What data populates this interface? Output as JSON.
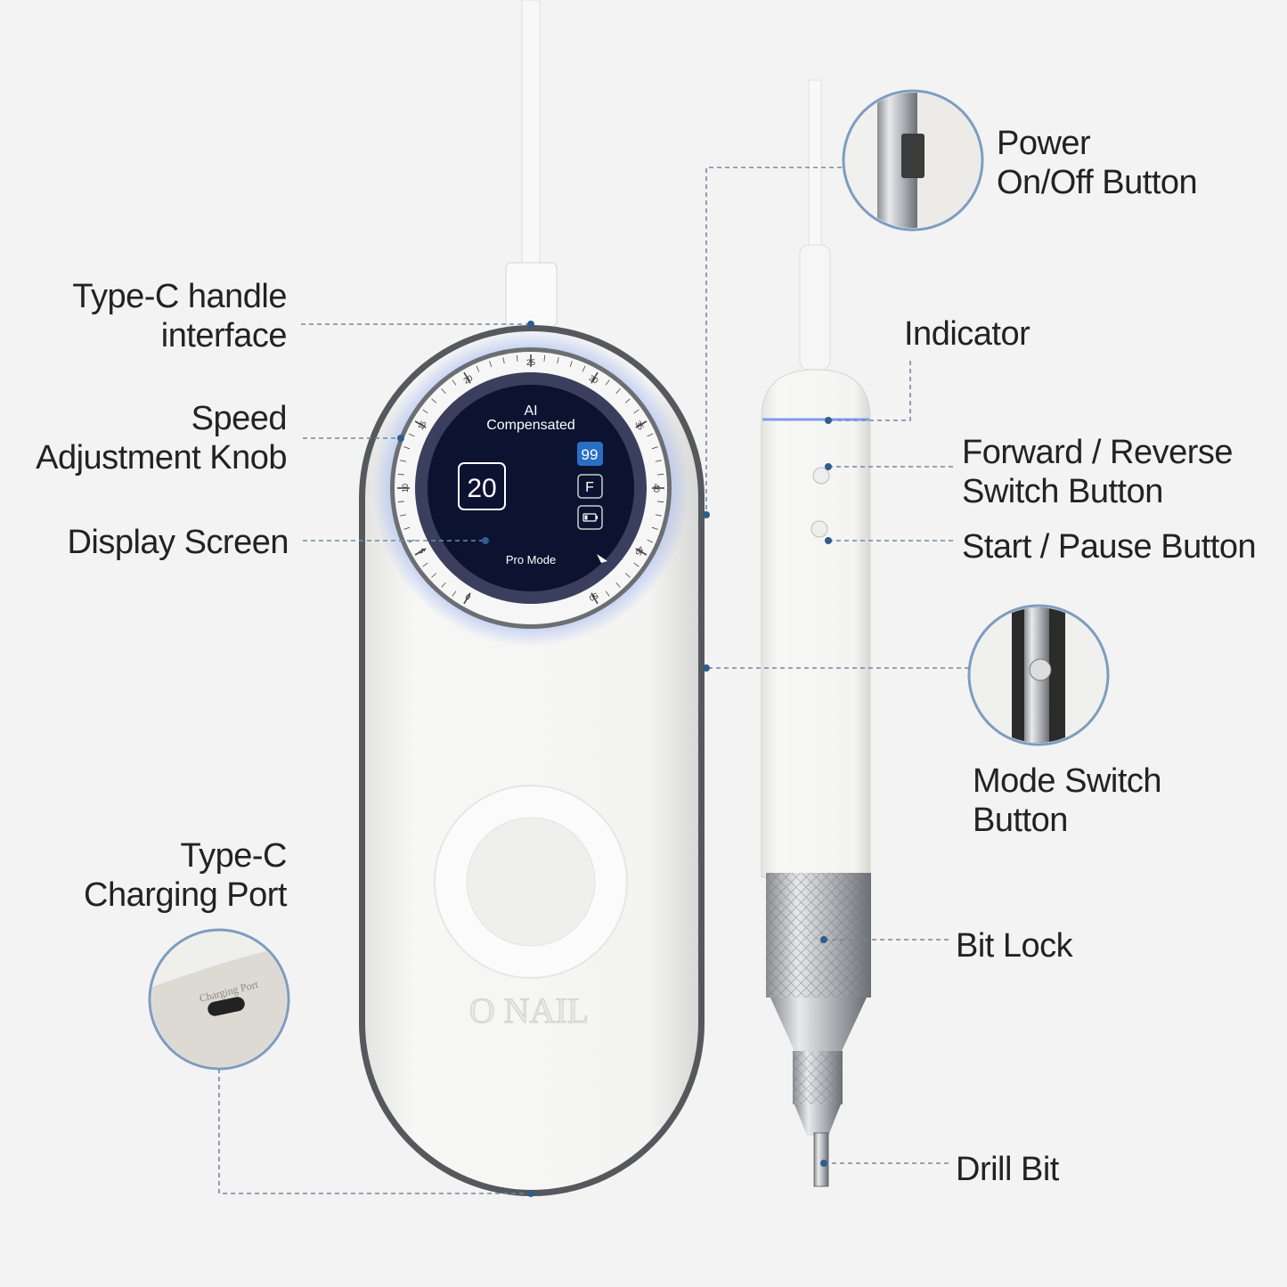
{
  "labels": {
    "type_c_handle": [
      "Type-C handle",
      "interface"
    ],
    "speed_knob": [
      "Speed",
      "Adjustment Knob"
    ],
    "display_screen": "Display Screen",
    "charging_port": [
      "Type-C",
      "Charging Port"
    ],
    "power_button": [
      "Power",
      "On/Off Button"
    ],
    "indicator": "Indicator",
    "forward_reverse": [
      "Forward / Reverse",
      "Switch Button"
    ],
    "start_pause": "Start / Pause Button",
    "mode_switch": [
      "Mode Switch",
      "Button"
    ],
    "bit_lock": "Bit Lock",
    "drill_bit": "Drill Bit"
  },
  "screen": {
    "title_line1": "AI",
    "title_line2": "Compensated",
    "speed_value": "20",
    "badge_value": "99",
    "direction": "F",
    "mode": "Pro Mode",
    "dial_ticks": [
      "0",
      "5",
      "10",
      "15",
      "20",
      "25",
      "30",
      "35",
      "40",
      "45",
      "50"
    ]
  },
  "brand": "O NAIL",
  "charging_port_engraving": "Charging Port",
  "colors": {
    "leader": "#6f8aa8",
    "dot": "#2f5d8c",
    "screen": "#0b1330",
    "badge": "#2a6fc4",
    "glow": "#7d9cf0"
  }
}
